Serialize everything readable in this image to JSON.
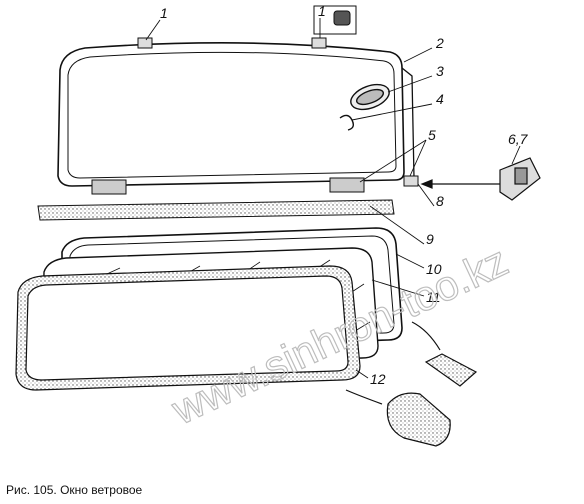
{
  "figure": {
    "caption": "Рис. 105. Окно ветровое",
    "watermark": "www.sinhron-too.kz",
    "callouts": [
      {
        "id": "c1a",
        "text": "1"
      },
      {
        "id": "c1b",
        "text": "1"
      },
      {
        "id": "c2",
        "text": "2"
      },
      {
        "id": "c3",
        "text": "3"
      },
      {
        "id": "c4",
        "text": "4"
      },
      {
        "id": "c5",
        "text": "5"
      },
      {
        "id": "c67",
        "text": "6,7"
      },
      {
        "id": "c8",
        "text": "8"
      },
      {
        "id": "c9",
        "text": "9"
      },
      {
        "id": "c10",
        "text": "10"
      },
      {
        "id": "c11",
        "text": "11"
      },
      {
        "id": "c12",
        "text": "12"
      }
    ]
  }
}
